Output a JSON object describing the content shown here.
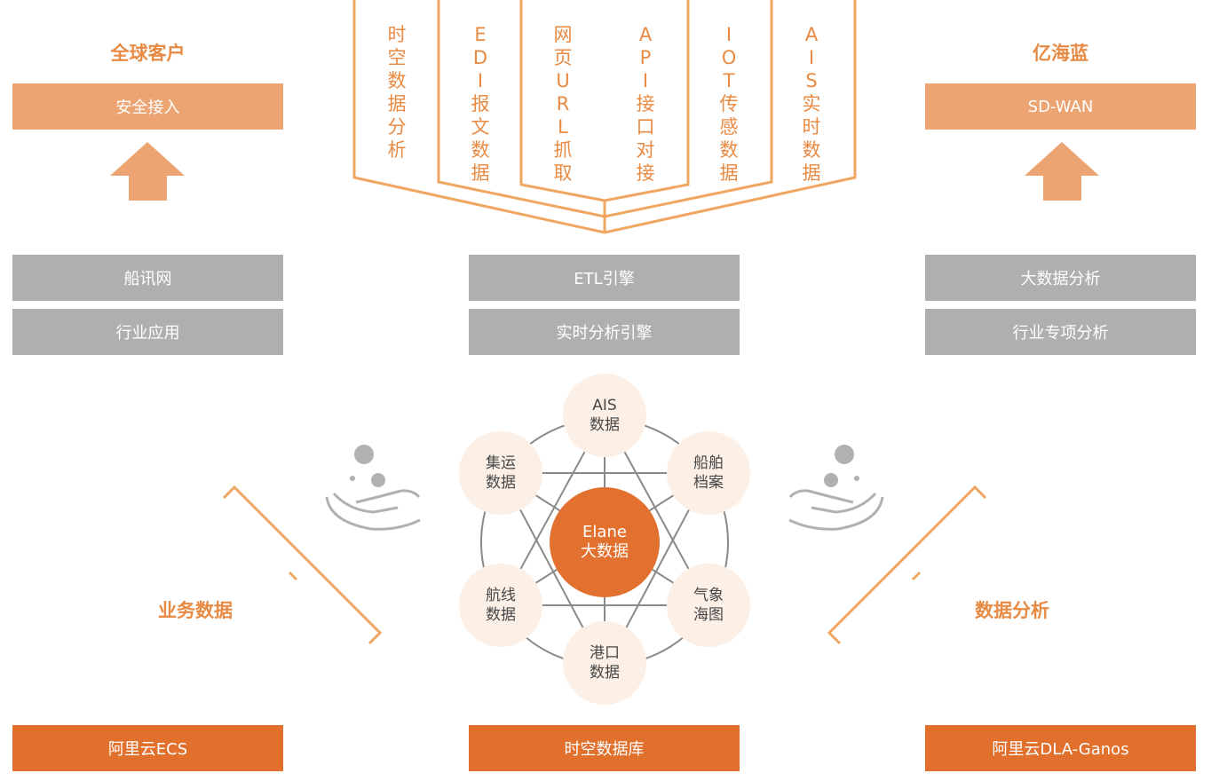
{
  "left": {
    "heading": "全球客户",
    "access_box": "安全接入",
    "boxes": [
      "船讯网",
      "行业应用"
    ],
    "side_label": "业务数据",
    "base": "阿里云ECS"
  },
  "top_sources": [
    "时\n空\n数\n据\n分\n析",
    "E\nD\nI\n报\n文\n数\n据",
    "网\n页\nU\nR\nL\n抓\n取",
    "A\nP\nI\n接\n口\n对\n接",
    "I\nO\nT\n传\n感\n数\n据",
    "A\nI\nS\n实\n时\n数\n据"
  ],
  "center": {
    "engines": [
      "ETL引擎",
      "实时分析引擎"
    ],
    "hub": "Elane\n大数据",
    "nodes": {
      "top": "AIS\n数据",
      "upper_left": "集运\n数据",
      "upper_right": "船舶\n档案",
      "lower_left": "航线\n数据",
      "lower_right": "气象\n海图",
      "bottom": "港口\n数据"
    },
    "base": "时空数据库"
  },
  "right": {
    "heading": "亿海蓝",
    "access_box": "SD-WAN",
    "boxes": [
      "大数据分析",
      "行业专项分析"
    ],
    "side_label": "数据分析",
    "base": "阿里云DLA-Ganos"
  },
  "colors": {
    "orange_light": "#eba472",
    "orange_dark": "#e0702c",
    "gray": "#afafaf",
    "node_fill": "#fbefe6",
    "line_orange": "#f0a660"
  },
  "icons": [
    "up-arrow-icon",
    "hand-with-coins-icon"
  ]
}
